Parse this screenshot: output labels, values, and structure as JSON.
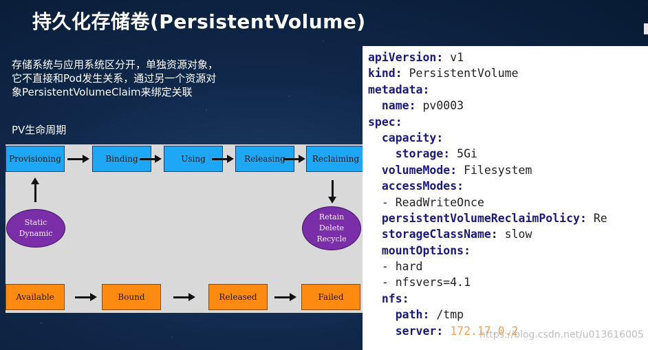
{
  "title": "持久化存储卷(PersistentVolume)",
  "description": {
    "lines": [
      "存储系统与应用系统区分开，单独资源对象，",
      "它不直接和Pod发生关系，通过另一个资源对",
      "象PersistentVolumeClaim来绑定关联"
    ]
  },
  "lifecycle": {
    "label": "PV生命周期",
    "stages": [
      "Provisioning",
      "Binding",
      "Using",
      "Releasing",
      "Reclaiming"
    ],
    "phases": [
      "Available",
      "Bound",
      "Released",
      "Failed"
    ],
    "provision_modes": [
      "Static",
      "Dynamic"
    ],
    "reclaim_policies": [
      "Retain",
      "Delete",
      "Recycle"
    ]
  },
  "yaml": {
    "lines": [
      {
        "key": "apiVersion:",
        "value": " v1"
      },
      {
        "key": "kind:",
        "value": " PersistentVolume"
      },
      {
        "key": "metadata:",
        "value": ""
      },
      {
        "key": "  name:",
        "value": " pv0003"
      },
      {
        "key": "spec:",
        "value": ""
      },
      {
        "key": "  capacity:",
        "value": ""
      },
      {
        "key": "    storage:",
        "value": " 5Gi"
      },
      {
        "key": "  volumeMode:",
        "value": " Filesystem"
      },
      {
        "key": "  accessModes:",
        "value": ""
      },
      {
        "key": "",
        "value": "  - ReadWriteOnce"
      },
      {
        "key": "  persistentVolumeReclaimPolicy:",
        "value": " Re"
      },
      {
        "key": "  storageClassName:",
        "value": " slow"
      },
      {
        "key": "  mountOptions:",
        "value": ""
      },
      {
        "key": "",
        "value": "  - hard"
      },
      {
        "key": "",
        "value": "  - nfsvers=4.1"
      },
      {
        "key": "  nfs:",
        "value": ""
      },
      {
        "key": "    path:",
        "value": " /tmp"
      },
      {
        "key": "    server:",
        "value": " 172.17.0.2",
        "highlight": true
      }
    ]
  },
  "watermark": "https://blog.csdn.net/u013616005",
  "colors": {
    "stage_box": "#1ea7f5",
    "phase_box": "#ff8a12",
    "ellipse": "#7a2fa8",
    "diagram_bg": "#d9d9d9",
    "yaml_key": "#1a1a7a",
    "ip_value": "#ff9f4a"
  }
}
